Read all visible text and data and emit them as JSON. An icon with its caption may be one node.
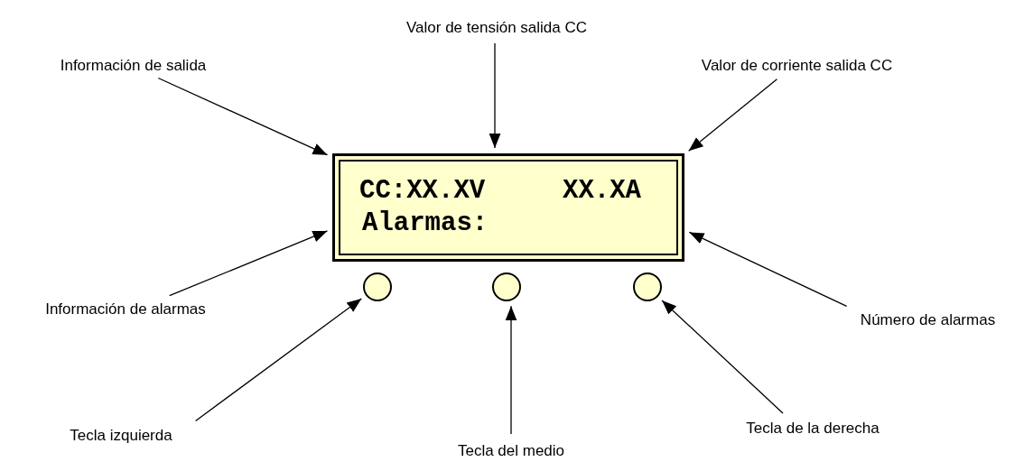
{
  "diagram": {
    "nodes": [
      {
        "text": [
          "CC:XX.XV",
          "XX.XA",
          "Alarmas:"
        ]
      },
      {
        "text": [],
        "shape": "circle"
      },
      {
        "text": [],
        "shape": "circle"
      },
      {
        "text": [],
        "shape": "circle"
      },
      {
        "text": [
          "Información de salida"
        ]
      },
      {
        "text": [
          "Valor de tensión salida CC"
        ]
      },
      {
        "text": [
          "Valor de corriente salida CC"
        ]
      },
      {
        "text": [
          "Información de alarmas"
        ]
      },
      {
        "text": [
          "Número de alarmas"
        ]
      },
      {
        "text": [
          "Tecla izquierda"
        ]
      },
      {
        "text": [
          "Tecla del medio"
        ]
      },
      {
        "text": [
          "Tecla de la derecha"
        ]
      }
    ],
    "edges": [
      {
        "from": 4,
        "to": 0,
        "arrow": "to"
      },
      {
        "from": 5,
        "to": 0,
        "arrow": "to"
      },
      {
        "from": 6,
        "to": 0,
        "arrow": "to"
      },
      {
        "from": 7,
        "to": 0,
        "arrow": "to"
      },
      {
        "from": 8,
        "to": 0,
        "arrow": "to"
      },
      {
        "from": 9,
        "to": 1,
        "arrow": "to"
      },
      {
        "from": 10,
        "to": 2,
        "arrow": "to"
      },
      {
        "from": 11,
        "to": 3,
        "arrow": "to"
      }
    ]
  }
}
